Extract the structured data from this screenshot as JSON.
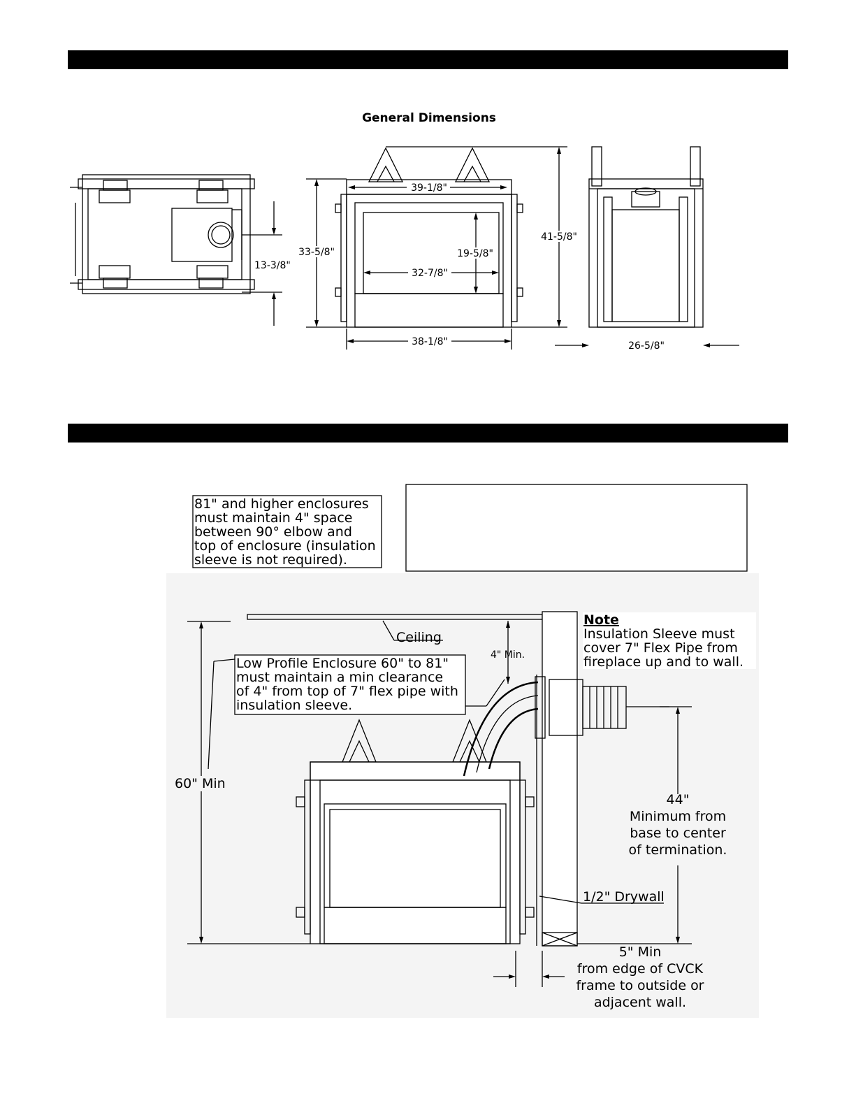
{
  "title": "General Dimensions",
  "top_view": {
    "depth_dim": "13-3/8\""
  },
  "front_view": {
    "top_width": "39-1/8\"",
    "height": "33-5/8\"",
    "opening_height": "19-5/8\"",
    "opening_width": "32-7/8\"",
    "base_width": "38-1/8\"",
    "overall_height": "41-5/8\""
  },
  "side_view": {
    "depth": "26-5/8\""
  },
  "install": {
    "callout_81": [
      "81\" and higher enclosures",
      "must maintain 4\" space",
      "between 90° elbow and",
      "top of enclosure (insulation",
      "sleeve is not required)."
    ],
    "ceiling": "Ceiling",
    "four_min": "4\" Min.",
    "note_title": "Note",
    "note_lines": [
      "Insulation Sleeve must",
      "cover 7\" Flex Pipe from",
      "fireplace up and to wall."
    ],
    "low_profile": [
      "Low Profile Enclosure 60\" to 81\"",
      "must maintain a min clearance",
      "of 4\" from top of 7\" flex pipe with",
      "insulation sleeve."
    ],
    "sixty_min": "60\" Min",
    "forty_four": [
      "44\"",
      "Minimum from",
      "base to center",
      "of termination."
    ],
    "drywall": "1/2\" Drywall",
    "five_min": [
      "5\" Min",
      "from edge of CVCK",
      "frame to outside or",
      "adjacent wall."
    ]
  }
}
